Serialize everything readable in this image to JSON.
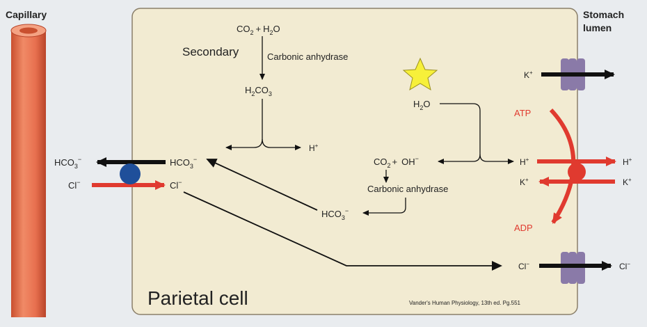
{
  "labels": {
    "capillary": "Capillary",
    "stomach_lumen_1": "Stomach",
    "stomach_lumen_2": "lumen",
    "cell_name": "Parietal cell",
    "citation": "Vander's Human Physiology, 13th ed. Pg.551",
    "secondary": "Secondary"
  },
  "species": {
    "co2": "CO",
    "h2o": "H",
    "h2co3": "H",
    "hco3": "HCO",
    "h_plus": "H",
    "k_plus": "K",
    "cl": "Cl",
    "oh": "OH",
    "atp": "ATP",
    "adp": "ADP",
    "plus": "+",
    "minus": "−",
    "two": "2",
    "three": "3",
    "o": "O",
    "co": "CO"
  },
  "enzymes": {
    "carbonic_anhydrase_top": "Carbonic anhydrase",
    "carbonic_anhydrase_bottom": "Carbonic anhydrase"
  },
  "colors": {
    "cell_fill": "#f2ebd2",
    "cell_border": "#8a7f6a",
    "capillary": "#e8704f",
    "red_arrow": "#e03a2f",
    "exchanger": "#1f4f9a",
    "channel": "#8a7aa8",
    "star": "#f7f03a"
  }
}
